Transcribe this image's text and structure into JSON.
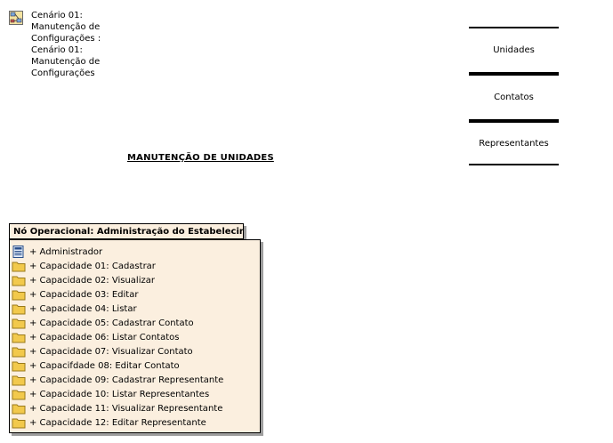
{
  "scenario": {
    "label": "Cenário 01: Manutenção de Configurações : Cenário 01: Manutenção de Configurações",
    "icon": "diagram-icon"
  },
  "page": {
    "title": "MANUTENÇÃO DE UNIDADES"
  },
  "entities": [
    {
      "label": "Unidades"
    },
    {
      "label": "Contatos"
    },
    {
      "label": "Representantes"
    }
  ],
  "node": {
    "title": "Nó Operacional: Administração do Estabelecimento",
    "items": [
      {
        "label": "+ Administrador",
        "icon": "actor-icon"
      },
      {
        "label": "+ Capacidade 01: Cadastrar",
        "icon": "folder-icon"
      },
      {
        "label": "+ Capacidade 02: Visualizar",
        "icon": "folder-icon"
      },
      {
        "label": "+ Capacidade 03: Editar",
        "icon": "folder-icon"
      },
      {
        "label": "+ Capacidade 04: Listar",
        "icon": "folder-icon"
      },
      {
        "label": "+ Capacidade 05: Cadastrar Contato",
        "icon": "folder-icon"
      },
      {
        "label": "+ Capacidade 06: Listar Contatos",
        "icon": "folder-icon"
      },
      {
        "label": "+ Capacidade 07: Visualizar Contato",
        "icon": "folder-icon"
      },
      {
        "label": "+ Capacifdade 08: Editar Contato",
        "icon": "folder-icon"
      },
      {
        "label": "+ Capacidade 09: Cadastrar Representante",
        "icon": "folder-icon"
      },
      {
        "label": "+ Capacidade 10: Listar Representantes",
        "icon": "folder-icon"
      },
      {
        "label": "+ Capacidade 11: Visualizar Representante",
        "icon": "folder-icon"
      },
      {
        "label": "+ Capacidade 12: Editar Representante",
        "icon": "folder-icon"
      }
    ]
  },
  "colors": {
    "panel_bg": "#fbefdf",
    "folder": "#f2c94c"
  }
}
